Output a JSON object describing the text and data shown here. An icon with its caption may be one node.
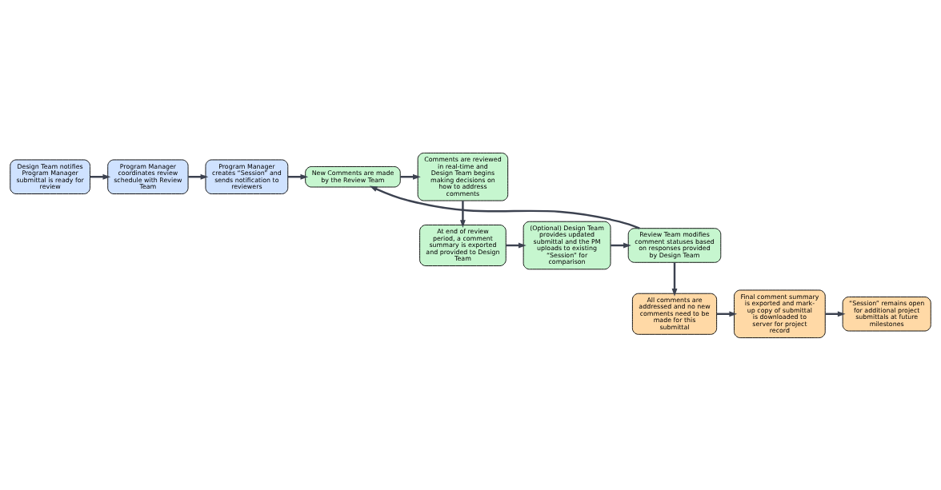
{
  "diagram": {
    "nodes": [
      {
        "text": [
          "Design Team notifies Program Manager submittal is ready for review"
        ]
      },
      {
        "text": [
          "Program Manager coordinates review schedule with Review Team"
        ]
      },
      {
        "text": [
          "Program Manager creates “Session” and sends notification to reviewers"
        ]
      },
      {
        "text": [
          "New Comments are made by the Review Team"
        ]
      },
      {
        "text": [
          "Comments are reviewed in real-time and Design Team begins making decisions on how to address comments"
        ]
      },
      {
        "text": [
          "At end of review period, a comment summary is exported and provided to Design Team"
        ]
      },
      {
        "text": [
          "(Optional) Design Team provides updated submittal and the PM uploads to existing “Session” for comparison"
        ]
      },
      {
        "text": [
          "Review Team modifies comment statuses based on responses provided by Design Team"
        ]
      },
      {
        "text": [
          "All comments are addressed and no new comments need to be made for this submittal"
        ]
      },
      {
        "text": [
          "Final comment summary is exported and mark-up copy of submittal is downloaded to server for project record"
        ]
      },
      {
        "text": [
          "“Session” remains open for additional project submittals at future milestones"
        ]
      }
    ],
    "edges": [
      {
        "from": 0,
        "to": 1,
        "arrow": "to"
      },
      {
        "from": 1,
        "to": 2,
        "arrow": "to"
      },
      {
        "from": 2,
        "to": 3,
        "arrow": "to"
      },
      {
        "from": 3,
        "to": 4,
        "arrow": "to"
      },
      {
        "from": 4,
        "to": 5,
        "arrow": "to"
      },
      {
        "from": 5,
        "to": 6,
        "arrow": "to"
      },
      {
        "from": 6,
        "to": 7,
        "arrow": "to"
      },
      {
        "from": 7,
        "to": 3,
        "arrow": "to"
      },
      {
        "from": 7,
        "to": 8,
        "arrow": "to"
      },
      {
        "from": 8,
        "to": 9,
        "arrow": "to"
      },
      {
        "from": 9,
        "to": 10,
        "arrow": "to"
      }
    ]
  }
}
